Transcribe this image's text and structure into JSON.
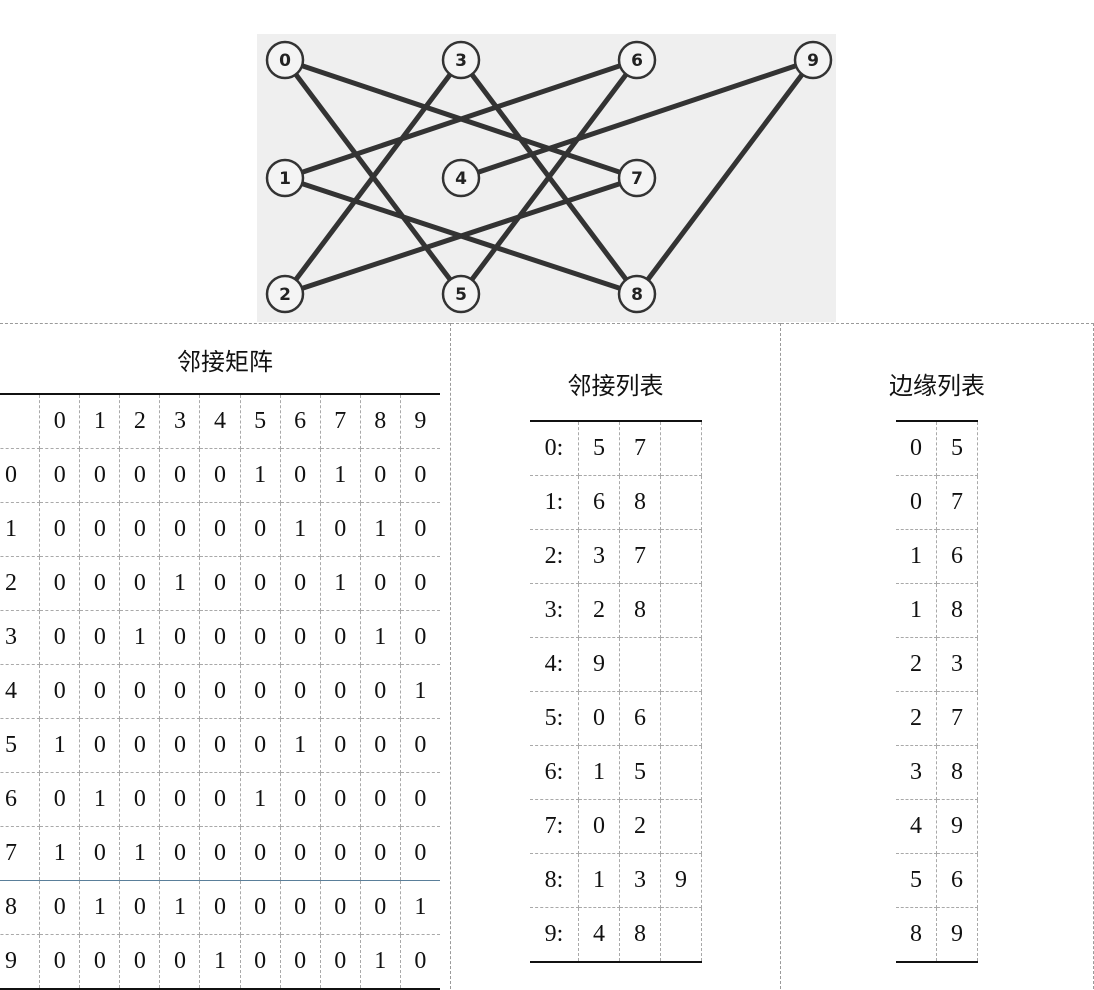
{
  "graph": {
    "nodes": [
      "0",
      "1",
      "2",
      "3",
      "4",
      "5",
      "6",
      "7",
      "8",
      "9"
    ],
    "edges": [
      [
        0,
        5
      ],
      [
        0,
        7
      ],
      [
        1,
        6
      ],
      [
        1,
        8
      ],
      [
        2,
        3
      ],
      [
        2,
        7
      ],
      [
        3,
        8
      ],
      [
        4,
        9
      ],
      [
        5,
        6
      ],
      [
        8,
        9
      ]
    ]
  },
  "matrix": {
    "title": "邻接矩阵",
    "headers": [
      "0",
      "1",
      "2",
      "3",
      "4",
      "5",
      "6",
      "7",
      "8",
      "9"
    ],
    "rows": [
      {
        "label": "0",
        "cells": [
          "0",
          "0",
          "0",
          "0",
          "0",
          "1",
          "0",
          "1",
          "0",
          "0"
        ]
      },
      {
        "label": "1",
        "cells": [
          "0",
          "0",
          "0",
          "0",
          "0",
          "0",
          "1",
          "0",
          "1",
          "0"
        ]
      },
      {
        "label": "2",
        "cells": [
          "0",
          "0",
          "0",
          "1",
          "0",
          "0",
          "0",
          "1",
          "0",
          "0"
        ]
      },
      {
        "label": "3",
        "cells": [
          "0",
          "0",
          "1",
          "0",
          "0",
          "0",
          "0",
          "0",
          "1",
          "0"
        ]
      },
      {
        "label": "4",
        "cells": [
          "0",
          "0",
          "0",
          "0",
          "0",
          "0",
          "0",
          "0",
          "0",
          "1"
        ]
      },
      {
        "label": "5",
        "cells": [
          "1",
          "0",
          "0",
          "0",
          "0",
          "0",
          "1",
          "0",
          "0",
          "0"
        ]
      },
      {
        "label": "6",
        "cells": [
          "0",
          "1",
          "0",
          "0",
          "0",
          "1",
          "0",
          "0",
          "0",
          "0"
        ]
      },
      {
        "label": "7",
        "cells": [
          "1",
          "0",
          "1",
          "0",
          "0",
          "0",
          "0",
          "0",
          "0",
          "0"
        ]
      },
      {
        "label": "8",
        "cells": [
          "0",
          "1",
          "0",
          "1",
          "0",
          "0",
          "0",
          "0",
          "0",
          "1"
        ]
      },
      {
        "label": "9",
        "cells": [
          "0",
          "0",
          "0",
          "0",
          "1",
          "0",
          "0",
          "0",
          "1",
          "0"
        ]
      }
    ]
  },
  "adj_list": {
    "title": "邻接列表",
    "rows": [
      {
        "label": "0:",
        "cells": [
          "5",
          "7",
          ""
        ]
      },
      {
        "label": "1:",
        "cells": [
          "6",
          "8",
          ""
        ]
      },
      {
        "label": "2:",
        "cells": [
          "3",
          "7",
          ""
        ]
      },
      {
        "label": "3:",
        "cells": [
          "2",
          "8",
          ""
        ]
      },
      {
        "label": "4:",
        "cells": [
          "9",
          "",
          ""
        ]
      },
      {
        "label": "5:",
        "cells": [
          "0",
          "6",
          ""
        ]
      },
      {
        "label": "6:",
        "cells": [
          "1",
          "5",
          ""
        ]
      },
      {
        "label": "7:",
        "cells": [
          "0",
          "2",
          ""
        ]
      },
      {
        "label": "8:",
        "cells": [
          "1",
          "3",
          "9"
        ]
      },
      {
        "label": "9:",
        "cells": [
          "4",
          "8",
          ""
        ]
      }
    ]
  },
  "edge_list": {
    "title": "边缘列表",
    "rows": [
      [
        "0",
        "5"
      ],
      [
        "0",
        "7"
      ],
      [
        "1",
        "6"
      ],
      [
        "1",
        "8"
      ],
      [
        "2",
        "3"
      ],
      [
        "2",
        "7"
      ],
      [
        "3",
        "8"
      ],
      [
        "4",
        "9"
      ],
      [
        "5",
        "6"
      ],
      [
        "8",
        "9"
      ]
    ]
  },
  "colors": {
    "edge": "#333333",
    "node_fill": "#f4f4f4",
    "panel": "#efefef"
  }
}
